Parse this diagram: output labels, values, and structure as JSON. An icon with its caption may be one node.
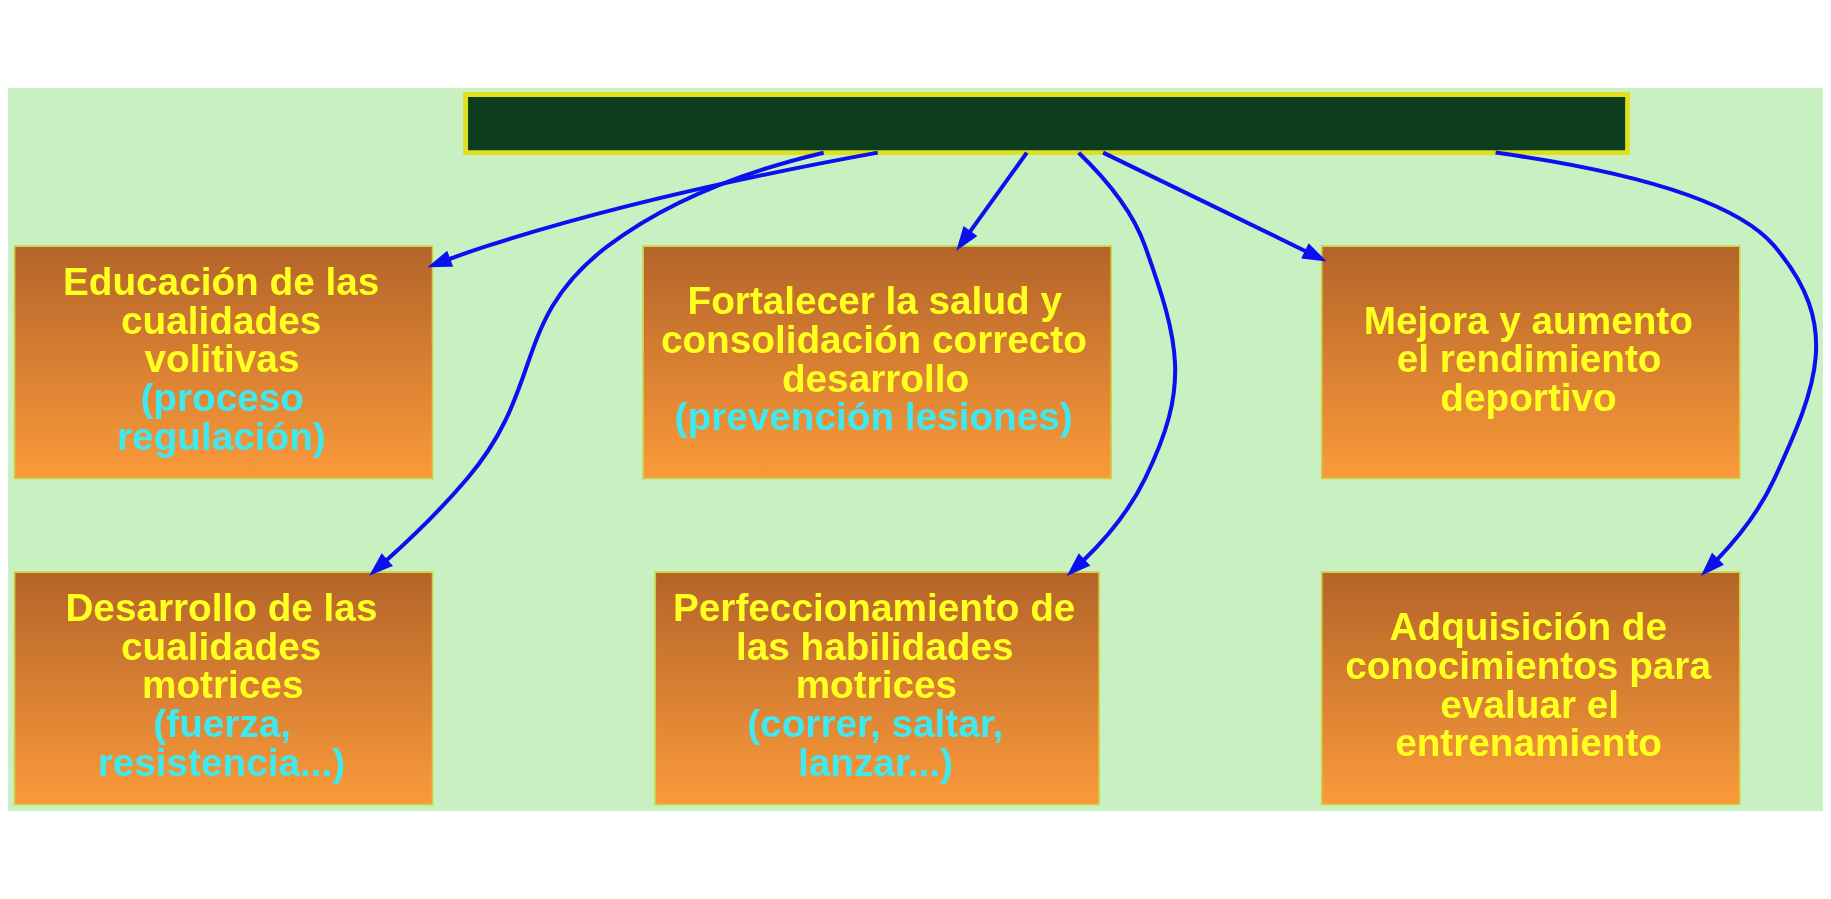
{
  "diagram": {
    "nodes": [
      {
        "text": [],
        "shape": "box"
      },
      {
        "text": [
          "Educación de las cualidades volitivas",
          "(proceso regulación)"
        ]
      },
      {
        "text": [
          "Fortalecer la salud y consolidación correcto desarrollo",
          "(prevención lesiones)"
        ]
      },
      {
        "text": [
          "Mejora y aumento el rendimiento deportivo"
        ]
      },
      {
        "text": [
          "Desarrollo de las cualidades motrices",
          "(fuerza, resistencia...)"
        ]
      },
      {
        "text": [
          "Perfeccionamiento de las habilidades motrices",
          "(correr, saltar, lanzar...)"
        ]
      },
      {
        "text": [
          "Adquisición de conocimientos para evaluar el entrenamiento"
        ]
      }
    ],
    "edges": [
      {
        "from": 0,
        "to": 1,
        "arrow": "to"
      },
      {
        "from": 0,
        "to": 4,
        "arrow": "to"
      },
      {
        "from": 0,
        "to": 2,
        "arrow": "to"
      },
      {
        "from": 0,
        "to": 5,
        "arrow": "to"
      },
      {
        "from": 0,
        "to": 6,
        "arrow": "to"
      },
      {
        "from": 0,
        "to": 3,
        "arrow": "to"
      }
    ]
  }
}
